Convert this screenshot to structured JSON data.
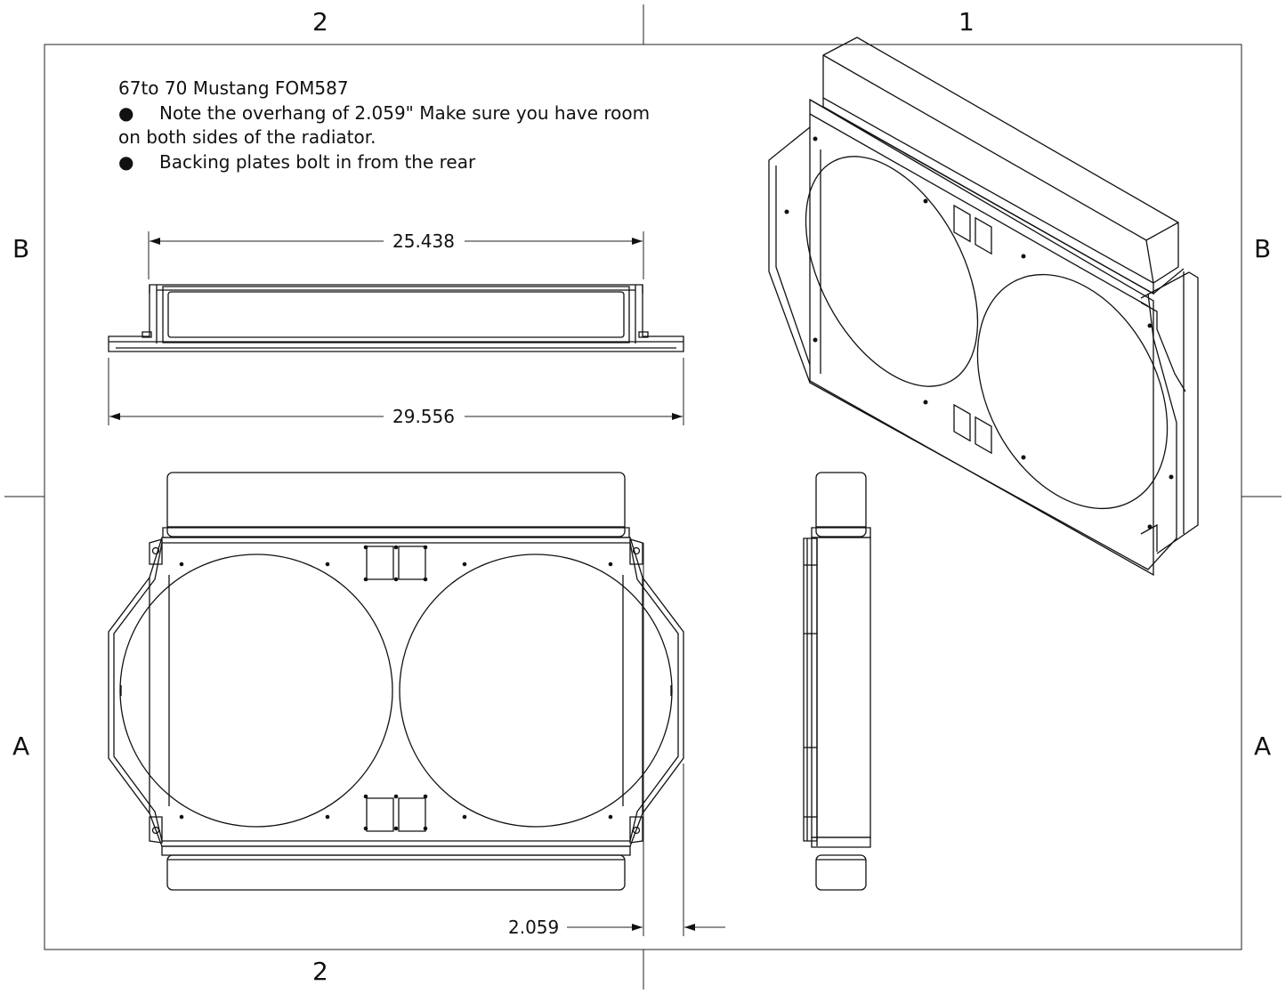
{
  "border": {
    "zone_top_left": "2",
    "zone_top_right": "1",
    "zone_bottom_left": "2",
    "zone_left_upper": "B",
    "zone_left_lower": "A",
    "zone_right_upper": "B",
    "zone_right_lower": "A"
  },
  "notes": {
    "title": "67to 70 Mustang FOM587",
    "bullet_symbol": "●",
    "note1_line1": "Note the overhang of 2.059\" Make sure you have room",
    "note1_line2": "on both sides of the radiator.",
    "note2": "Backing plates bolt in from the rear"
  },
  "dimensions": {
    "top_width": "25.438",
    "overall_width": "29.556",
    "overhang": "2.059"
  }
}
